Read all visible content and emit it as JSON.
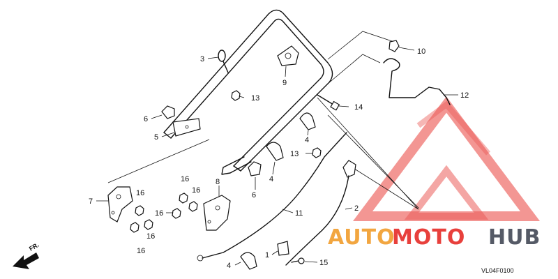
{
  "callouts": {
    "c1": "1",
    "c2": "2",
    "c3": "3",
    "c4a": "4",
    "c4b": "4",
    "c4c": "4",
    "c5": "5",
    "c6a": "6",
    "c6b": "6",
    "c7": "7",
    "c8": "8",
    "c9": "9",
    "c10": "10",
    "c11": "11",
    "c12": "12",
    "c13a": "13",
    "c13b": "13",
    "c14": "14",
    "c15": "15",
    "c16a": "16",
    "c16b": "16",
    "c16c": "16",
    "c16d": "16",
    "c16e": "16",
    "c16f": "16"
  },
  "diagram_code": "VL04F0100",
  "direction_label": "FR.",
  "watermark": {
    "auto": "AUTO",
    "moto": "MOTO",
    "hub": "HUB"
  },
  "colors": {
    "logo_red": "#e8403c",
    "logo_orange": "#f2a640",
    "logo_gray": "#555a66"
  }
}
